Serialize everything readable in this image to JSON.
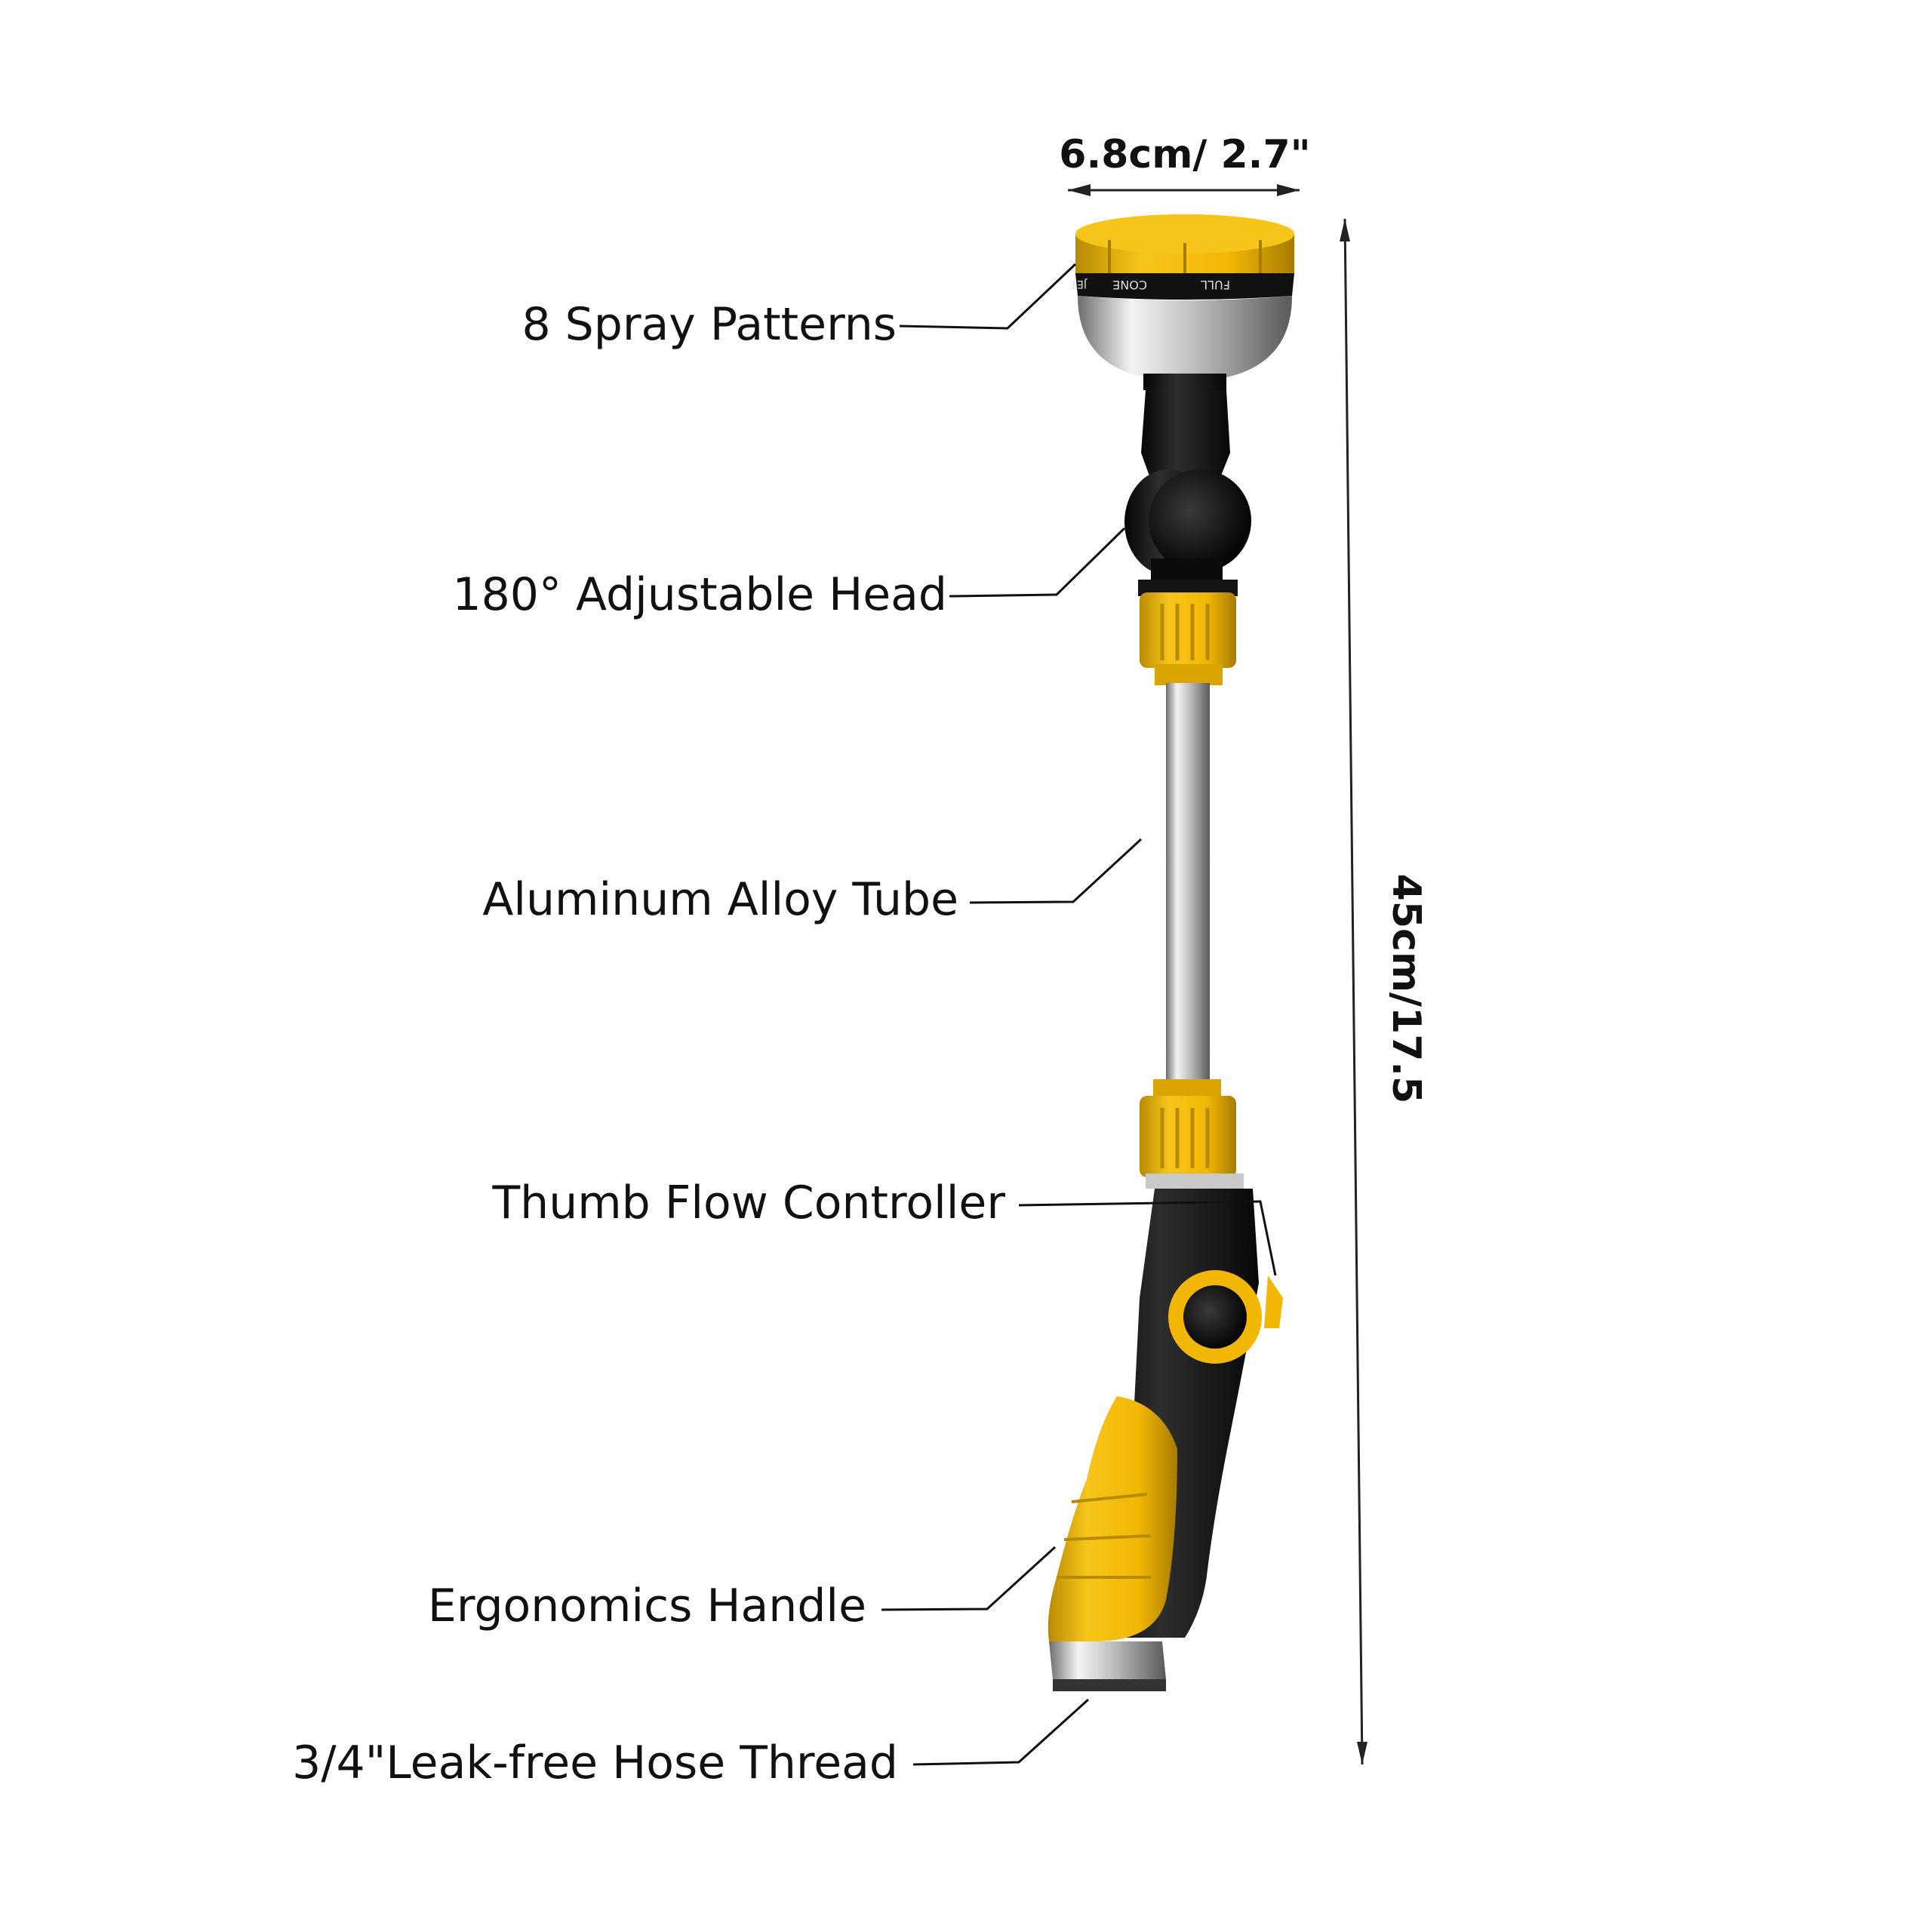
{
  "dimensions": {
    "width_label": "6.8cm/ 2.7\"",
    "length_label": "45cm/17.5"
  },
  "callouts": [
    {
      "label": "8 Spray Patterns"
    },
    {
      "label": "180°  Adjustable Head"
    },
    {
      "label": "Aluminum Alloy Tube"
    },
    {
      "label": "Thumb Flow Controller"
    },
    {
      "label": "Ergonomics Handle"
    },
    {
      "label": "3/4\"Leak-free Hose Thread"
    }
  ],
  "dial_marks": [
    "CONE",
    "FULL",
    "JET"
  ],
  "colors": {
    "accent_yellow": "#F2B705",
    "rubber_black": "#1b1b1b",
    "chrome": "#c8c8c8",
    "text": "#111111"
  }
}
